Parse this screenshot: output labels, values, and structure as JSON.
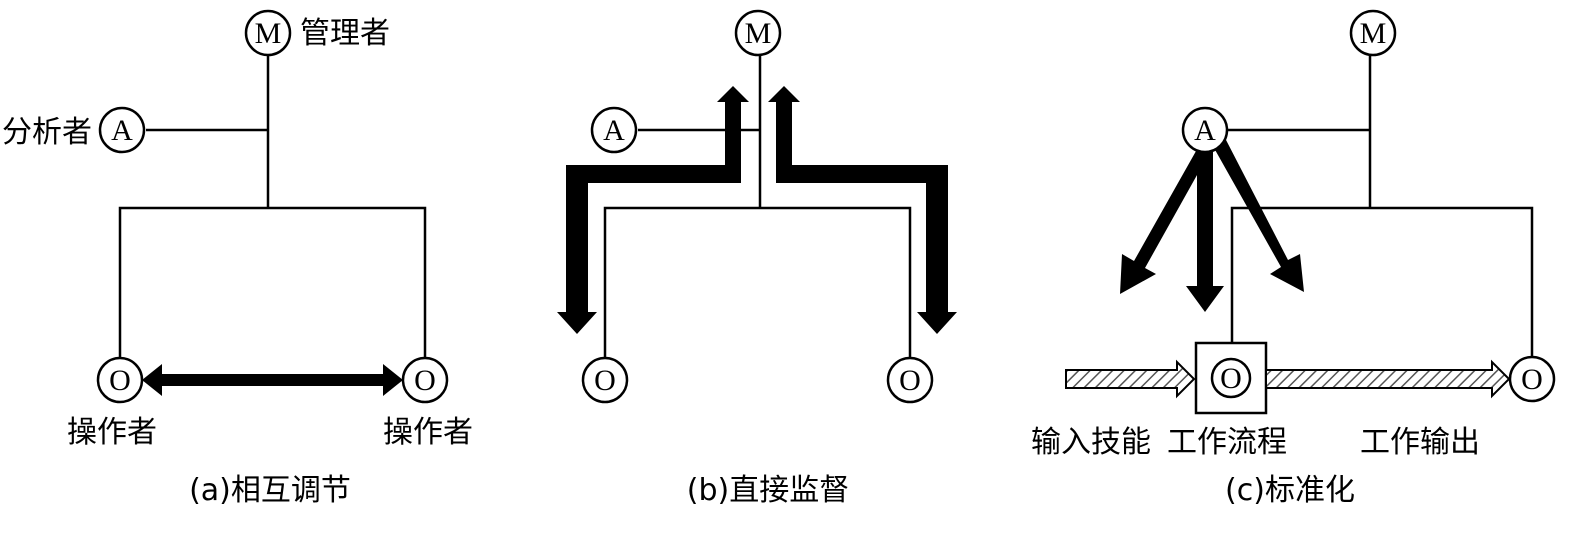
{
  "panel_a": {
    "node_m": "M",
    "node_a": "A",
    "node_o_left": "O",
    "node_o_right": "O",
    "label_manager": "管理者",
    "label_analyst": "分析者",
    "label_operator_left": "操作者",
    "label_operator_right": "操作者",
    "caption": "(a)相互调节"
  },
  "panel_b": {
    "node_m": "M",
    "node_a": "A",
    "node_o_left": "O",
    "node_o_right": "O",
    "caption": "(b)直接监督"
  },
  "panel_c": {
    "node_m": "M",
    "node_a": "A",
    "node_o_box": "O",
    "node_o_right": "O",
    "label_input": "输入技能",
    "label_process": "工作流程",
    "label_output": "工作输出",
    "caption": "(c)标准化"
  },
  "colors": {
    "ink": "#000000",
    "background": "#ffffff",
    "hatch": "#555555"
  }
}
